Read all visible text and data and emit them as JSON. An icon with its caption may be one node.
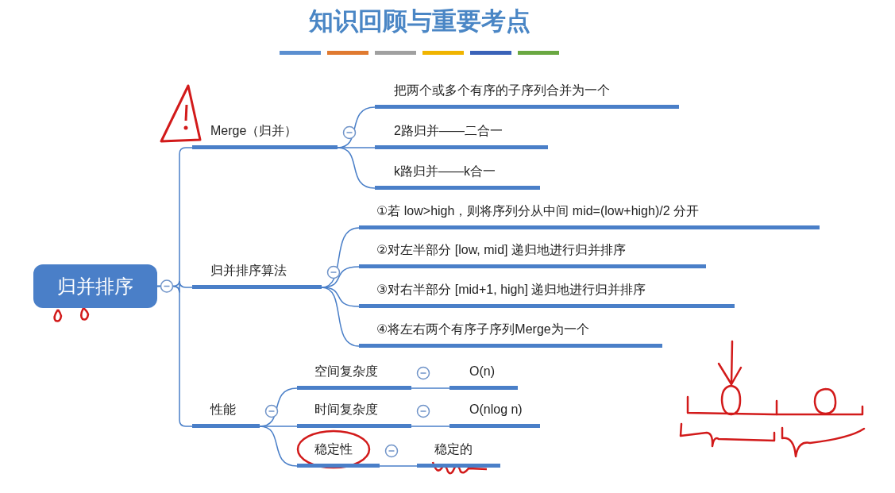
{
  "diagram": {
    "title": "知识回顾与重要考点",
    "nodes": [
      {
        "text": [
          "归并排序"
        ]
      },
      {
        "text": [
          "Merge（归并）"
        ]
      },
      {
        "text": [
          "把两个或多个有序的子序列合并为一个"
        ]
      },
      {
        "text": [
          "2路归并——二合一"
        ]
      },
      {
        "text": [
          "k路归并——k合一"
        ]
      },
      {
        "text": [
          "归并排序算法"
        ]
      },
      {
        "text": [
          "①若 low>high，则将序列分从中间 mid=(low+high)/2 分开"
        ]
      },
      {
        "text": [
          "②对左半部分 [low, mid] 递归地进行归并排序"
        ]
      },
      {
        "text": [
          "③对右半部分 [mid+1, high] 递归地进行归并排序"
        ]
      },
      {
        "text": [
          "④将左右两个有序子序列Merge为一个"
        ]
      },
      {
        "text": [
          "性能"
        ]
      },
      {
        "text": [
          "空间复杂度"
        ]
      },
      {
        "text": [
          "O(n)"
        ]
      },
      {
        "text": [
          "时间复杂度"
        ]
      },
      {
        "text": [
          "O(nlog n)"
        ]
      },
      {
        "text": [
          "稳定性"
        ]
      },
      {
        "text": [
          "稳定的"
        ]
      }
    ],
    "edges": [
      {
        "from": 0,
        "to": 1,
        "arrow": "none"
      },
      {
        "from": 0,
        "to": 5,
        "arrow": "none"
      },
      {
        "from": 0,
        "to": 10,
        "arrow": "none"
      },
      {
        "from": 1,
        "to": 2,
        "arrow": "none"
      },
      {
        "from": 1,
        "to": 3,
        "arrow": "none"
      },
      {
        "from": 1,
        "to": 4,
        "arrow": "none"
      },
      {
        "from": 5,
        "to": 6,
        "arrow": "none"
      },
      {
        "from": 5,
        "to": 7,
        "arrow": "none"
      },
      {
        "from": 5,
        "to": 8,
        "arrow": "none"
      },
      {
        "from": 5,
        "to": 9,
        "arrow": "none"
      },
      {
        "from": 10,
        "to": 11,
        "arrow": "none"
      },
      {
        "from": 10,
        "to": 13,
        "arrow": "none"
      },
      {
        "from": 10,
        "to": 15,
        "arrow": "none"
      },
      {
        "from": 11,
        "to": 12,
        "arrow": "none"
      },
      {
        "from": 13,
        "to": 14,
        "arrow": "none"
      },
      {
        "from": 15,
        "to": 16,
        "arrow": "none"
      }
    ]
  }
}
